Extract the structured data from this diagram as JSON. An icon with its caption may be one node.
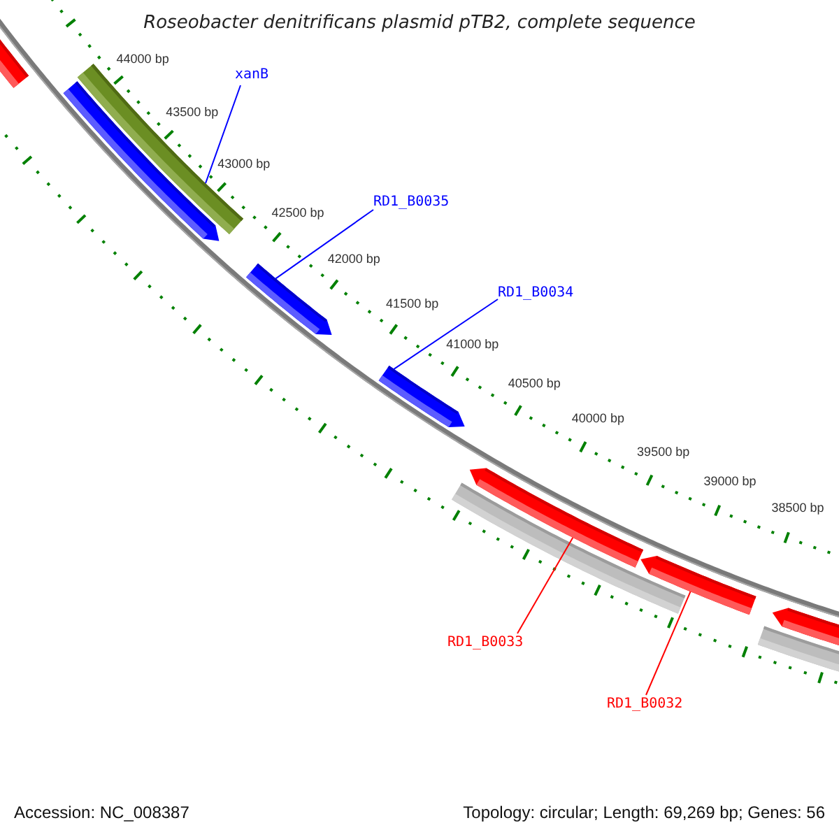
{
  "diagram": {
    "title": "Roseobacter denitrificans plasmid pTB2, complete sequence",
    "nodes": [
      {
        "text": [
          "xanB"
        ]
      },
      {
        "text": [
          "RD1_B0035"
        ]
      },
      {
        "text": [
          "RD1_B0034"
        ]
      },
      {
        "text": [
          "RD1_B0033"
        ]
      },
      {
        "text": [
          "RD1_B0032"
        ]
      },
      {
        "text": [],
        "shape": "bar"
      },
      {
        "text": [],
        "shape": "arrow"
      },
      {
        "text": [],
        "shape": "bar"
      },
      {
        "text": [],
        "shape": "arrow"
      },
      {
        "text": [],
        "shape": "arrow"
      },
      {
        "text": [],
        "shape": "bar"
      },
      {
        "text": [],
        "shape": "arrow"
      },
      {
        "text": [],
        "shape": "arrow"
      },
      {
        "text": [],
        "shape": "arrow"
      },
      {
        "text": [],
        "shape": "bar"
      }
    ],
    "edges": [
      {
        "from": 0,
        "to": 7,
        "arrow": "none",
        "color": "#0000ff"
      },
      {
        "from": 1,
        "to": 8,
        "arrow": "none",
        "color": "#0000ff"
      },
      {
        "from": 2,
        "to": 9,
        "arrow": "none",
        "color": "#0000ff"
      },
      {
        "from": 3,
        "to": 11,
        "arrow": "none",
        "color": "#ff0000"
      },
      {
        "from": 4,
        "to": 12,
        "arrow": "none",
        "color": "#ff0000"
      }
    ],
    "labels": [
      "44000 bp",
      "43500 bp",
      "43000 bp",
      "42500 bp",
      "42000 bp",
      "41500 bp",
      "41000 bp",
      "40500 bp",
      "40000 bp",
      "39500 bp",
      "39000 bp",
      "38500 bp",
      "Accession: NC_008387",
      "Topology: circular; Length: 69,269 bp; Genes: 56"
    ]
  }
}
